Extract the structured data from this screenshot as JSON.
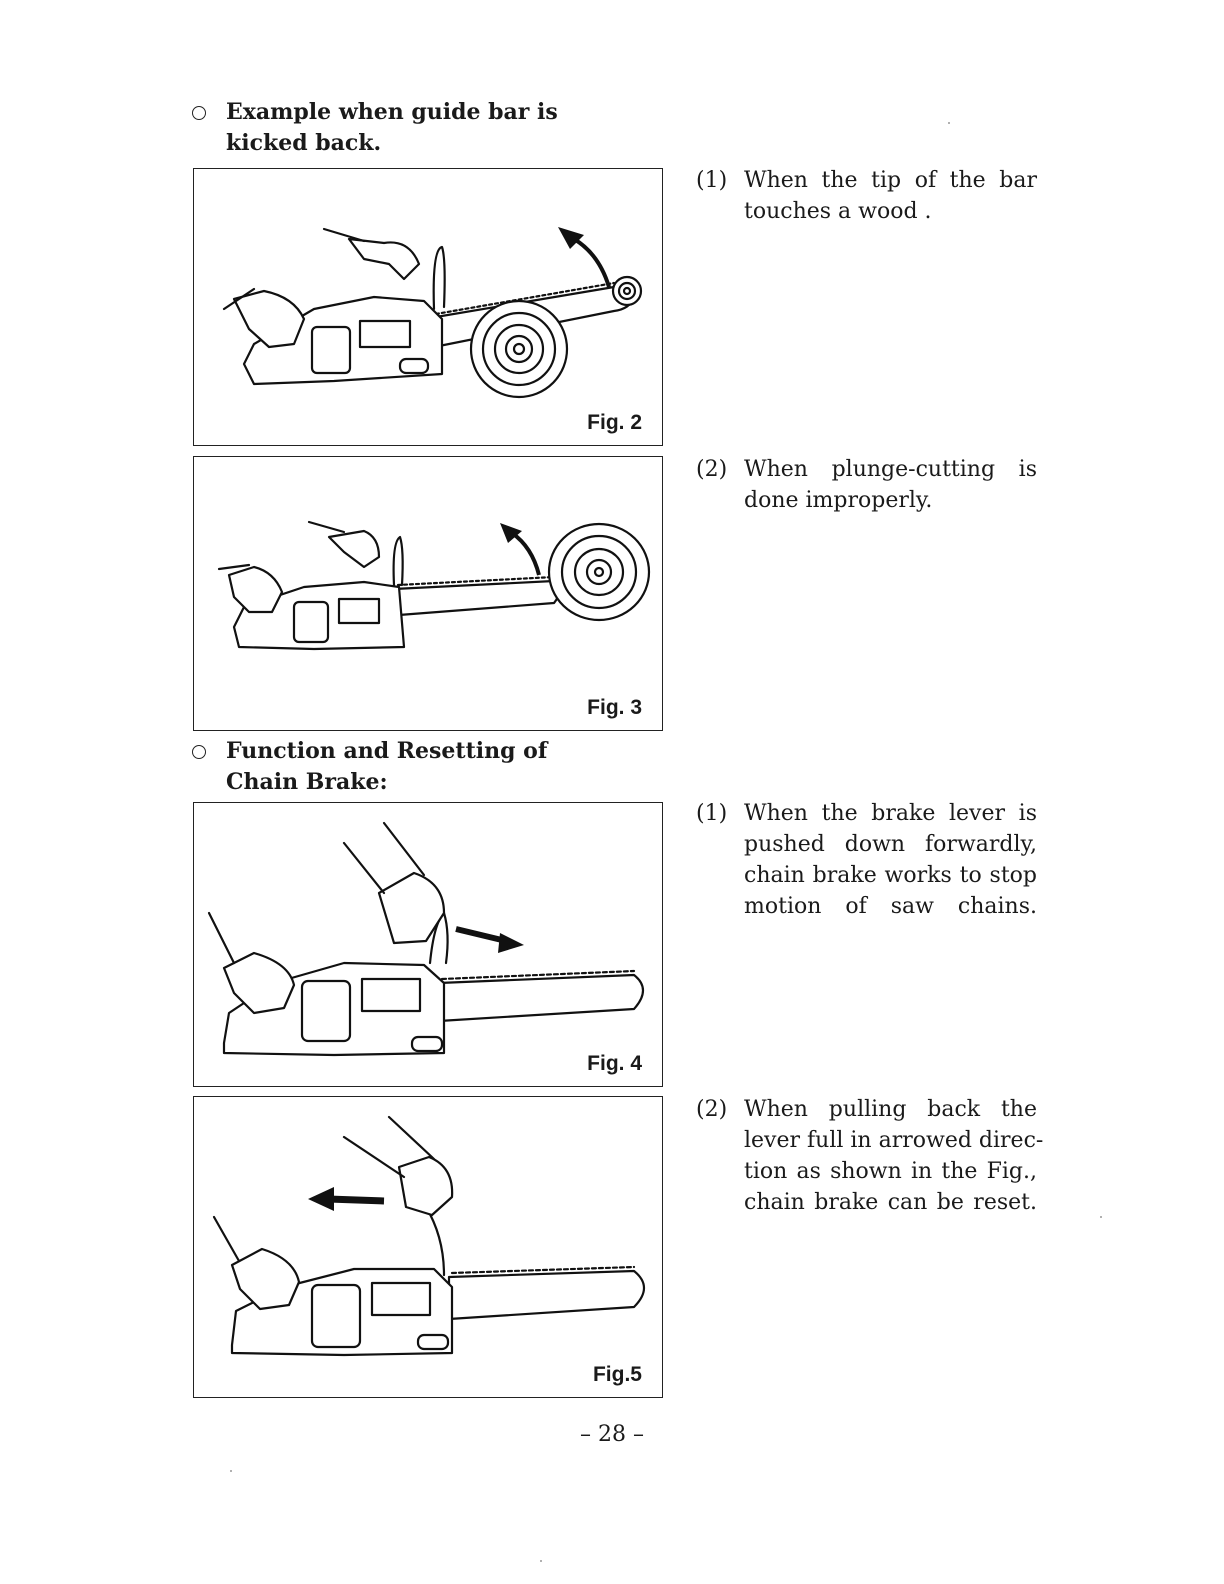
{
  "headings": [
    {
      "lines": [
        "Example when guide bar is",
        "kicked back."
      ]
    },
    {
      "lines": [
        "Function and Resetting of",
        "Chain Brake:"
      ]
    }
  ],
  "figures": [
    {
      "label": "Fig. 2"
    },
    {
      "label": "Fig. 3"
    },
    {
      "label": "Fig. 4"
    },
    {
      "label": "Fig.5"
    }
  ],
  "notes": [
    {
      "num": "(1)",
      "lines": [
        "When the tip of the bar",
        "touches a wood ."
      ]
    },
    {
      "num": "(2)",
      "lines": [
        "When  plunge-cutting  is",
        "done improperly."
      ]
    },
    {
      "num": "(1)",
      "lines": [
        "When the brake lever is",
        "pushed down forwardly,",
        "chain brake works to stop",
        "motion of saw chains."
      ]
    },
    {
      "num": "(2)",
      "lines": [
        "When pulling back the",
        "lever full in arrowed direc-",
        "tion as shown in the Fig.,",
        "chain brake can be reset."
      ]
    }
  ],
  "page_number": "– 28 –"
}
